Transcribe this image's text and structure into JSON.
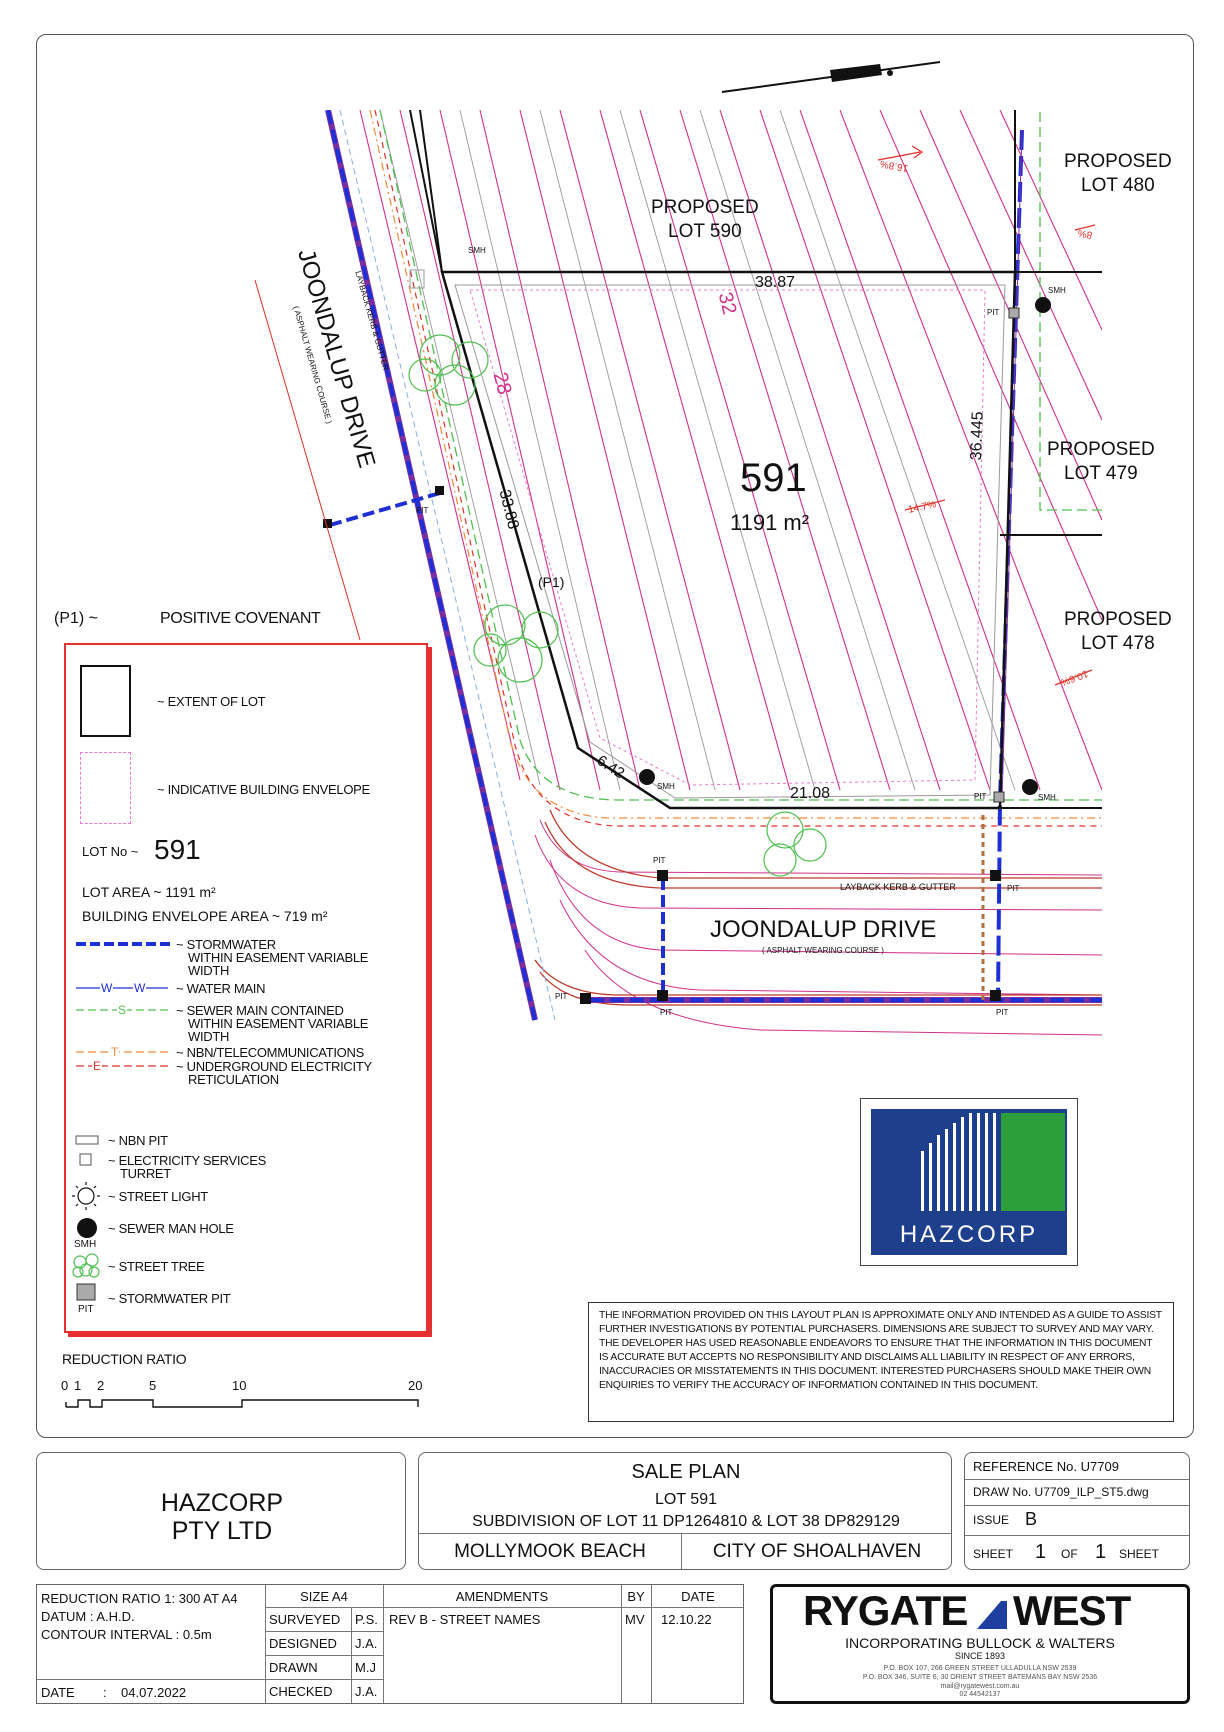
{
  "plan": {
    "lot_number": "591",
    "lot_area": "1191 m²",
    "proposed_lots": [
      {
        "label": "PROPOSED",
        "lot": "LOT 590"
      },
      {
        "label": "PROPOSED",
        "lot": "LOT 480"
      },
      {
        "label": "PROPOSED",
        "lot": "LOT 479"
      },
      {
        "label": "PROPOSED",
        "lot": "LOT 478"
      }
    ],
    "dimensions": {
      "top": "38.87",
      "right": "36.445",
      "left": "33.88",
      "bottom": "21.08",
      "corner": "6.42"
    },
    "contours": {
      "c32": "32",
      "c28": "28"
    },
    "slopes": {
      "s1": "16.8%",
      "s2": "8%",
      "s3": "14.7%",
      "s4": "10.6%"
    },
    "road": {
      "name": "JOONDALUP DRIVE",
      "sub": "( ASPHALT WEARING COURSE )",
      "kerb": "LAYBACK KERB & GUTTER"
    },
    "markers": {
      "smh": "SMH",
      "pit": "PIT",
      "p1": "(P1)"
    },
    "covenant": {
      "key": "(P1) ~",
      "text": "POSITIVE COVENANT"
    }
  },
  "legend": {
    "extent": "~ EXTENT OF LOT",
    "envelope": "~ INDICATIVE BUILDING ENVELOPE",
    "lot_no_label": "LOT No ~",
    "lot_no_value": "591",
    "lot_area": "LOT AREA ~  1191 m²",
    "building_area": "BUILDING ENVELOPE AREA ~   719 m²",
    "stormwater": [
      "~ STORMWATER",
      "WITHIN EASEMENT VARIABLE",
      "WIDTH"
    ],
    "water": "~ WATER MAIN",
    "water_key": "W",
    "sewer": [
      "~ SEWER MAIN CONTAINED",
      "WITHIN EASEMENT VARIABLE",
      "WIDTH"
    ],
    "sewer_key": "S",
    "nbn": "~ NBN/TELECOMMUNICATIONS",
    "nbn_key": "T",
    "elec": [
      "~ UNDERGROUND ELECTRICITY",
      "RETICULATION"
    ],
    "elec_key": "E",
    "nbn_pit": "~ NBN PIT",
    "turret": [
      "~ ELECTRICITY SERVICES",
      "TURRET"
    ],
    "street_light": "~ STREET LIGHT",
    "sewer_hole": "~ SEWER MAN HOLE",
    "smh": "SMH",
    "street_tree": "~ STREET TREE",
    "storm_pit": "~ STORMWATER PIT",
    "pit": "PIT"
  },
  "scale": {
    "title": "REDUCTION RATIO",
    "ticks": [
      "0",
      "1",
      "2",
      "5",
      "10",
      "20"
    ]
  },
  "logo": {
    "text": "HAZCORP",
    "colors": {
      "blue": "#1e3f8c",
      "green": "#2e9e3a"
    }
  },
  "disclaimer": "THE INFORMATION PROVIDED ON THIS LAYOUT PLAN IS APPROXIMATE ONLY AND INTENDED AS A GUIDE TO ASSIST FURTHER INVESTIGATIONS BY POTENTIAL PURCHASERS. DIMENSIONS ARE SUBJECT TO SURVEY AND MAY VARY. THE DEVELOPER HAS USED REASONABLE ENDEAVORS TO ENSURE THAT THE INFORMATION IN THIS DOCUMENT IS ACCURATE BUT ACCEPTS NO RESPONSIBILITY AND DISCLAIMS ALL LIABILITY IN RESPECT OF ANY ERRORS, INACCURACIES OR MISSTATEMENTS IN THIS DOCUMENT. INTERESTED PURCHASERS SHOULD MAKE THEIR OWN ENQUIRIES TO VERIFY THE ACCURACY OF INFORMATION CONTAINED IN THIS DOCUMENT.",
  "title_block": {
    "client": [
      "HAZCORP",
      "PTY LTD"
    ],
    "plan_title": "SALE PLAN",
    "lot": "LOT 591",
    "subdivision": "SUBDIVISION OF LOT 11 DP1264810 & LOT 38 DP829129",
    "locality": "MOLLYMOOK BEACH",
    "council": "CITY OF SHOALHAVEN",
    "reference": "REFERENCE No. U7709",
    "draw_no": "DRAW No. U7709_ILP_ST5.dwg",
    "issue_label": "ISSUE",
    "issue_value": "B",
    "sheet_label": "SHEET",
    "sheet_num": "1",
    "of": "OF",
    "sheet_total": "1",
    "sheet_label2": "SHEET"
  },
  "bottom_block": {
    "ratio": "REDUCTION RATIO 1:  300 AT A4",
    "datum": "DATUM  :   A.H.D.",
    "contour": "CONTOUR INTERVAL  :   0.5m",
    "date_label": "DATE",
    "date_sep": ":",
    "date_value": "04.07.2022",
    "size": "SIZE A4",
    "rows": [
      {
        "role": "SURVEYED",
        "who": "P.S."
      },
      {
        "role": "DESIGNED",
        "who": "J.A."
      },
      {
        "role": "DRAWN",
        "who": "M.J"
      },
      {
        "role": "CHECKED",
        "who": "J.A."
      }
    ],
    "amend_header": "AMENDMENTS",
    "by_header": "BY",
    "date_header": "DATE",
    "amend": "REV B - STREET NAMES",
    "amend_by": "MV",
    "amend_date": "12.10.22"
  },
  "firm": {
    "name_left": "RYGATE",
    "name_right": "WEST",
    "sub": "INCORPORATING BULLOCK & WALTERS",
    "since": "SINCE 1893",
    "addr1": "P.O. BOX 107, 266 GREEN STREET ULLADULLA NSW 2539",
    "addr2": "P.O. BOX 346, SUITE 6, 30 ORIENT STREET BATEMANS BAY NSW 2536",
    "email": "mail@rygatewest.com.au",
    "phone": "02 44542137"
  },
  "colors": {
    "lot_line": "#111111",
    "stormwater": "#1f2fd6",
    "contour": "#d0308a",
    "sewer": "#4fbf4f",
    "elec": "#e0322a",
    "nbn": "#f08a3a",
    "legend_border": "#e53030"
  }
}
